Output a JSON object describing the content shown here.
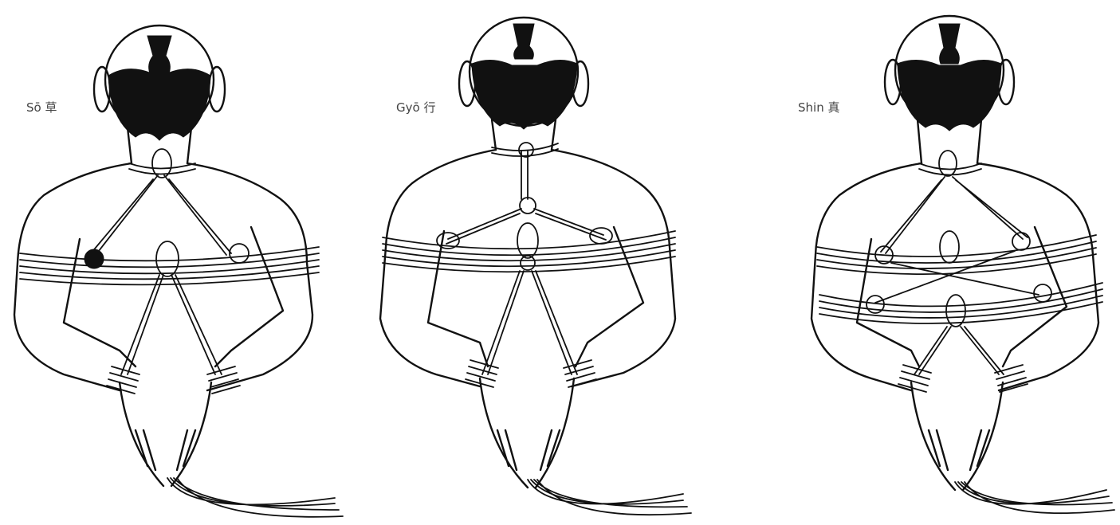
{
  "styles": [
    {
      "id": "so",
      "label": "Sō 草"
    },
    {
      "id": "gyo",
      "label": "Gyō 行"
    },
    {
      "id": "shin",
      "label": "Shin 真"
    }
  ],
  "colors": {
    "ink": "#111111",
    "label_text": "#444444",
    "background": "#ffffff"
  }
}
